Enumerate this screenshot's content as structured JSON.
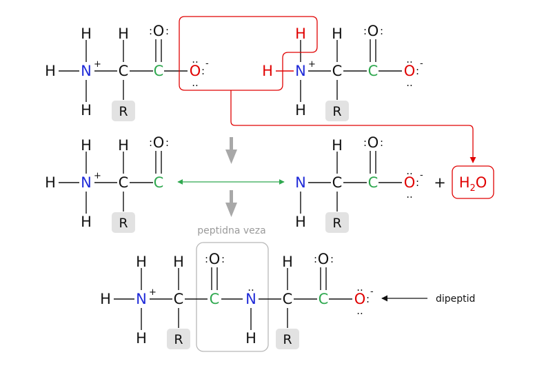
{
  "atoms": {
    "H": "H",
    "N": "N",
    "C": "C",
    "O": "O",
    "R": "R"
  },
  "marks": {
    "plus_charge": "+",
    "minus_charge": "-",
    "lone_pair_side": ":",
    "lone_pair_top": "..",
    "plus_sign": "+"
  },
  "water": {
    "h": "H",
    "sub": "2",
    "o": "O"
  },
  "labels": {
    "peptide_bond": "peptidna veza",
    "dipeptide": "dipeptid"
  },
  "colors": {
    "carbon_carbonyl": "#2fa84f",
    "nitrogen": "#1f2ad8",
    "oxygen_removed": "#e00000",
    "text": "#111111",
    "r_box": "#e2e2e2",
    "bond_box": "#b8b8b8",
    "arrow_gray": "#a8a8a8"
  }
}
